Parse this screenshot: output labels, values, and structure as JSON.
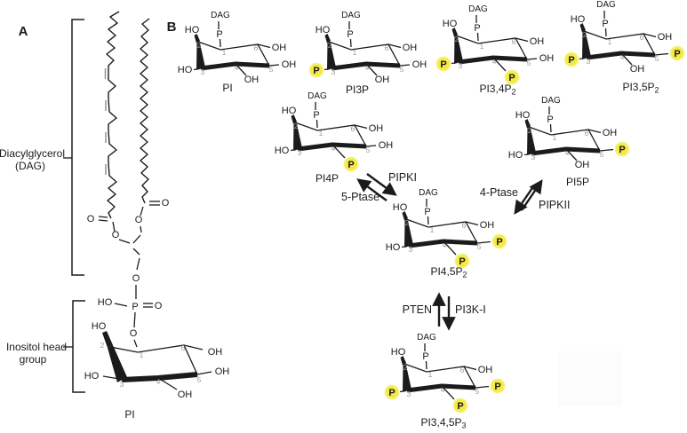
{
  "panel_a": {
    "label": "A",
    "dag_bracket": {
      "line1": "Diacylglycerol",
      "line2": "(DAG)"
    },
    "inositol_bracket": {
      "line1": "Inositol head",
      "line2": "group"
    },
    "molecule_label": "PI"
  },
  "panel_b": {
    "label": "B",
    "structures": [
      {
        "id": "pi",
        "name": "PI",
        "label_main": "PI",
        "label_sub": "",
        "substituents": {
          "pos1": "DAG-P",
          "pos2": "HO",
          "pos3": "HO",
          "pos4": "OH",
          "pos5": "OH",
          "pos6": "OH"
        },
        "phosphorylated_positions": []
      },
      {
        "id": "pi3p",
        "name": "PI3P",
        "label_main": "PI3P",
        "label_sub": "",
        "substituents": {
          "pos1": "DAG-P",
          "pos2": "HO",
          "pos3": "P",
          "pos4": "OH",
          "pos5": "OH",
          "pos6": "OH"
        },
        "phosphorylated_positions": [
          3
        ]
      },
      {
        "id": "pi34p2",
        "name": "PI3,4P2",
        "label_main": "PI3,4P",
        "label_sub": "2",
        "substituents": {
          "pos1": "DAG-P",
          "pos2": "HO",
          "pos3": "P",
          "pos4": "P",
          "pos5": "OH",
          "pos6": "OH"
        },
        "phosphorylated_positions": [
          3,
          4
        ]
      },
      {
        "id": "pi35p2",
        "name": "PI3,5P2",
        "label_main": "PI3,5P",
        "label_sub": "2",
        "substituents": {
          "pos1": "DAG-P",
          "pos2": "HO",
          "pos3": "P",
          "pos4": "OH",
          "pos5": "P",
          "pos6": "OH"
        },
        "phosphorylated_positions": [
          3,
          5
        ]
      },
      {
        "id": "pi4p",
        "name": "PI4P",
        "label_main": "PI4P",
        "label_sub": "",
        "substituents": {
          "pos1": "DAG-P",
          "pos2": "HO",
          "pos3": "HO",
          "pos4": "P",
          "pos5": "OH",
          "pos6": "OH"
        },
        "phosphorylated_positions": [
          4
        ]
      },
      {
        "id": "pi5p",
        "name": "PI5P",
        "label_main": "PI5P",
        "label_sub": "",
        "substituents": {
          "pos1": "DAG-P",
          "pos2": "HO",
          "pos3": "HO",
          "pos4": "OH",
          "pos5": "P",
          "pos6": "OH"
        },
        "phosphorylated_positions": [
          5
        ]
      },
      {
        "id": "pi45p2",
        "name": "PI4,5P2",
        "label_main": "PI4,5P",
        "label_sub": "2",
        "substituents": {
          "pos1": "DAG-P",
          "pos2": "HO",
          "pos3": "HO",
          "pos4": "P",
          "pos5": "P",
          "pos6": "OH"
        },
        "phosphorylated_positions": [
          4,
          5
        ]
      },
      {
        "id": "pi345p3",
        "name": "PI3,4,5P3",
        "label_main": "PI3,4,5P",
        "label_sub": "3",
        "substituents": {
          "pos1": "DAG-P",
          "pos2": "HO",
          "pos3": "P",
          "pos4": "P",
          "pos5": "P",
          "pos6": "OH"
        },
        "phosphorylated_positions": [
          3,
          4,
          5
        ]
      }
    ],
    "reactions": [
      {
        "kinase": "PIPKI",
        "phosphatase": "5-Ptase",
        "between": [
          "PI4P",
          "PI4,5P2"
        ]
      },
      {
        "kinase": "PIPKII",
        "phosphatase": "4-Ptase",
        "between": [
          "PI5P",
          "PI4,5P2"
        ]
      },
      {
        "kinase": "PI3K-I",
        "phosphatase": "PTEN",
        "between": [
          "PI4,5P2",
          "PI3,4,5P3"
        ]
      }
    ]
  },
  "atoms": {
    "dag": "DAG",
    "phosphate": "P",
    "hydroxyl_ho": "HO",
    "hydroxyl_oh": "OH",
    "oxygen": "O"
  },
  "ring_positions": [
    "1",
    "2",
    "3",
    "4",
    "5",
    "6"
  ],
  "colors": {
    "phosphate_fill": "#f4ea45",
    "phosphate_halo": "#faf5ae",
    "ring_number_gray": "#9a9a9a",
    "bond": "#1b1b1b",
    "double_bond_gray": "#8a8a8a"
  }
}
